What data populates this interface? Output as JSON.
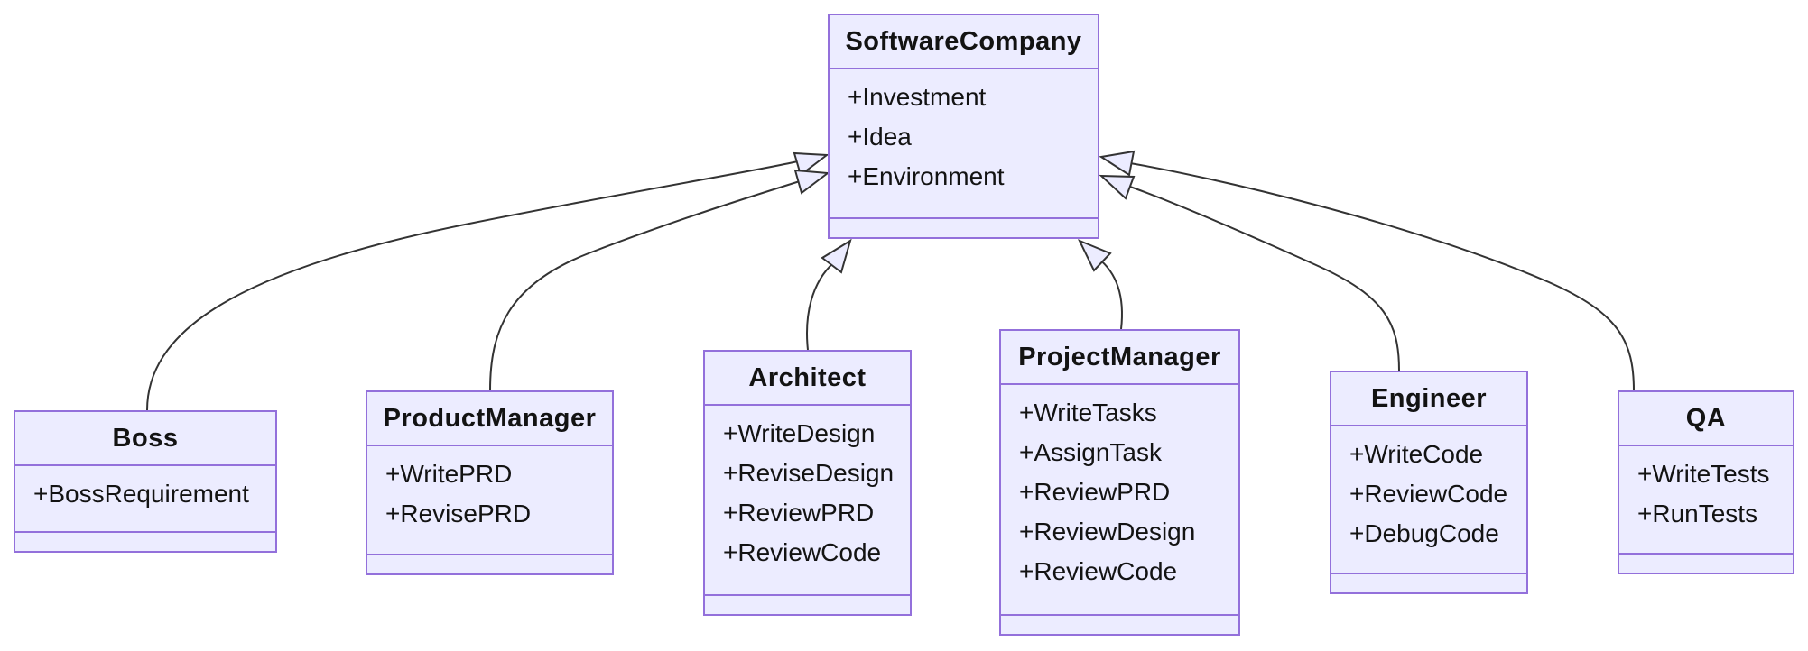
{
  "diagram": {
    "type": "uml-class-diagram",
    "colors": {
      "node_fill": "#ECECFF",
      "node_border": "#9370DB",
      "edge_line": "#333333",
      "text": "#131313",
      "background": "#ffffff"
    },
    "classes": [
      {
        "name": "SoftwareCompany",
        "attributes": [
          "+Investment",
          "+Idea",
          "+Environment"
        ],
        "methods": []
      },
      {
        "name": "Boss",
        "attributes": [
          "+BossRequirement"
        ],
        "methods": []
      },
      {
        "name": "ProductManager",
        "attributes": [
          "+WritePRD",
          "+RevisePRD"
        ],
        "methods": []
      },
      {
        "name": "Architect",
        "attributes": [
          "+WriteDesign",
          "+ReviseDesign",
          "+ReviewPRD",
          "+ReviewCode"
        ],
        "methods": []
      },
      {
        "name": "ProjectManager",
        "attributes": [
          "+WriteTasks",
          "+AssignTask",
          "+ReviewPRD",
          "+ReviewDesign",
          "+ReviewCode"
        ],
        "methods": []
      },
      {
        "name": "Engineer",
        "attributes": [
          "+WriteCode",
          "+ReviewCode",
          "+DebugCode"
        ],
        "methods": []
      },
      {
        "name": "QA",
        "attributes": [
          "+WriteTests",
          "+RunTests"
        ],
        "methods": []
      }
    ],
    "relationships": [
      {
        "from": "Boss",
        "to": "SoftwareCompany",
        "type": "inheritance"
      },
      {
        "from": "ProductManager",
        "to": "SoftwareCompany",
        "type": "inheritance"
      },
      {
        "from": "Architect",
        "to": "SoftwareCompany",
        "type": "inheritance"
      },
      {
        "from": "ProjectManager",
        "to": "SoftwareCompany",
        "type": "inheritance"
      },
      {
        "from": "Engineer",
        "to": "SoftwareCompany",
        "type": "inheritance"
      },
      {
        "from": "QA",
        "to": "SoftwareCompany",
        "type": "inheritance"
      }
    ]
  }
}
